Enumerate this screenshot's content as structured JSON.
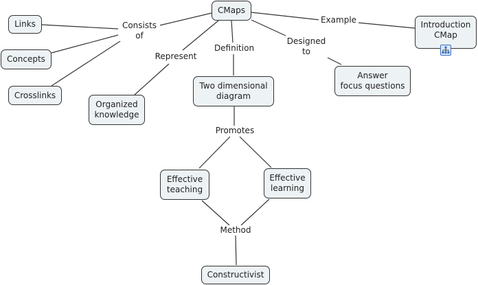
{
  "concepts": {
    "cmaps": "CMaps",
    "links": "Links",
    "concepts": "Concepts",
    "crosslinks": "Crosslinks",
    "organized_knowledge": "Organized\nknowledge",
    "two_dimensional_diagram": "Two dimensional\ndiagram",
    "answer_focus_questions": "Answer\nfocus questions",
    "introduction_cmap": "Introduction\nCMap",
    "effective_teaching": "Effective\nteaching",
    "effective_learning": "Effective\nlearning",
    "constructivist": "Constructivist"
  },
  "linking_phrases": {
    "consists_of": "Consists\nof",
    "represent": "Represent",
    "definition": "Definition",
    "designed_to": "Designed\nto",
    "example": "Example",
    "promotes": "Promotes",
    "method": "Method"
  },
  "icons": {
    "introduction_cmap_resource": "cmap-resource-icon"
  },
  "colors": {
    "node_fill": "#edf2f5",
    "node_border": "#333333",
    "line": "#333333"
  }
}
